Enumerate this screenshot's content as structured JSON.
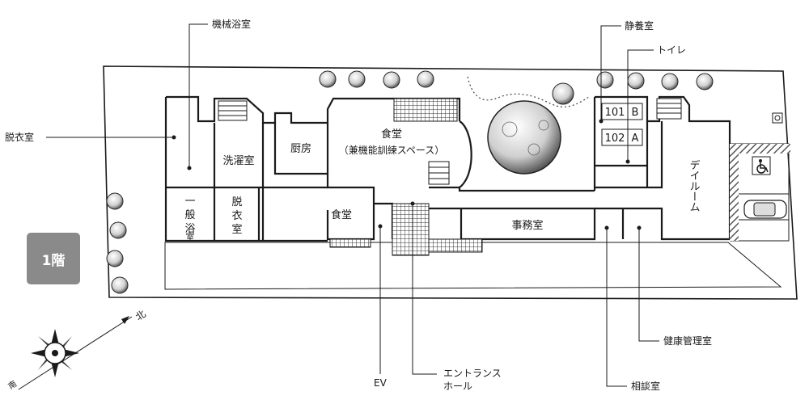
{
  "floor_label": "1階",
  "rooms": {
    "kitchen": "厨房",
    "dining_main_1": "食堂",
    "dining_main_2": "（兼機能訓練スペース）",
    "laundry": "洗濯室",
    "general_bath_1": "一",
    "general_bath_2": "般",
    "general_bath_3": "浴",
    "general_bath_4": "室",
    "dressing_inner_1": "脱",
    "dressing_inner_2": "衣",
    "dressing_inner_3": "室",
    "dining_small": "食堂",
    "office": "事務室",
    "day_room": "デイルーム",
    "room_101": "101",
    "room_101_sub": "B",
    "room_102": "102",
    "room_102_sub": "A"
  },
  "callouts": {
    "machine_bath": "機械浴室",
    "dressing_room": "脱衣室",
    "quiet_room": "静養室",
    "toilet": "トイレ",
    "ev": "EV",
    "entrance_1": "エントランス",
    "entrance_2": "ホール",
    "consultation": "相談室",
    "health_mgmt": "健康管理室"
  },
  "compass": {
    "north": "北",
    "south": "南"
  },
  "icons": [
    "wheelchair-icon",
    "car-icon",
    "compass-icon",
    "tree-icon"
  ],
  "colors": {
    "line": "#1a1a1a",
    "badge": "#8a8a8a",
    "hatch": "#555555"
  }
}
